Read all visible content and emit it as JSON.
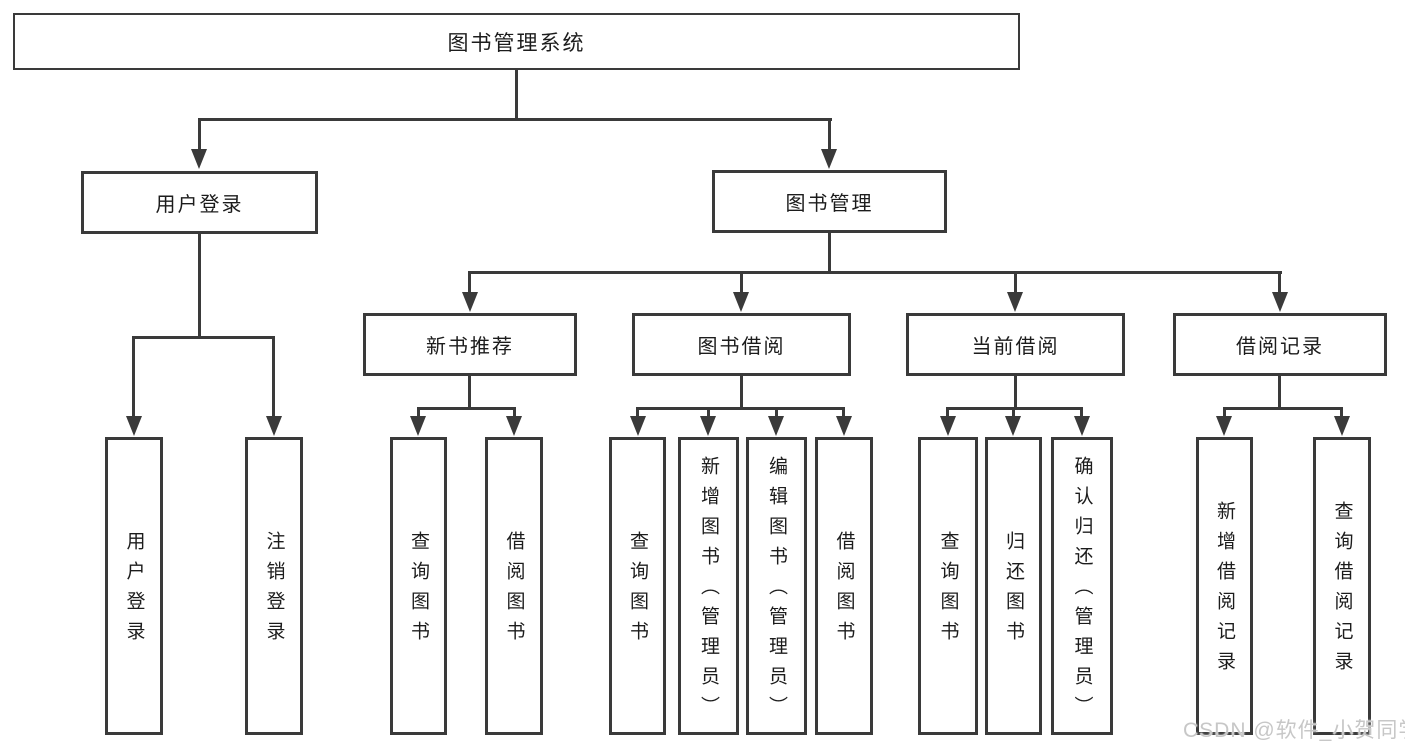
{
  "tree": {
    "root": "图书管理系统",
    "branches": [
      {
        "label": "用户登录",
        "children": [
          "用户登录",
          "注销登录"
        ]
      },
      {
        "label": "图书管理",
        "children": [
          {
            "label": "新书推荐",
            "children": [
              "查询图书",
              "借阅图书"
            ]
          },
          {
            "label": "图书借阅",
            "children": [
              "查询图书",
              "新增图书（管理员）",
              "编辑图书（管理员）",
              "借阅图书"
            ]
          },
          {
            "label": "当前借阅",
            "children": [
              "查询图书",
              "归还图书",
              "确认归还（管理员）"
            ]
          },
          {
            "label": "借阅记录",
            "children": [
              "新增借阅记录",
              "查询借阅记录"
            ]
          }
        ]
      }
    ]
  },
  "watermark": "CSDN @软件_小贺同学",
  "colors": {
    "line": "#3a3a3a",
    "text": "#1c1c1c",
    "box_fill": "#ffffff",
    "watermark": "#c7c7c7",
    "background": "#ffffff"
  }
}
